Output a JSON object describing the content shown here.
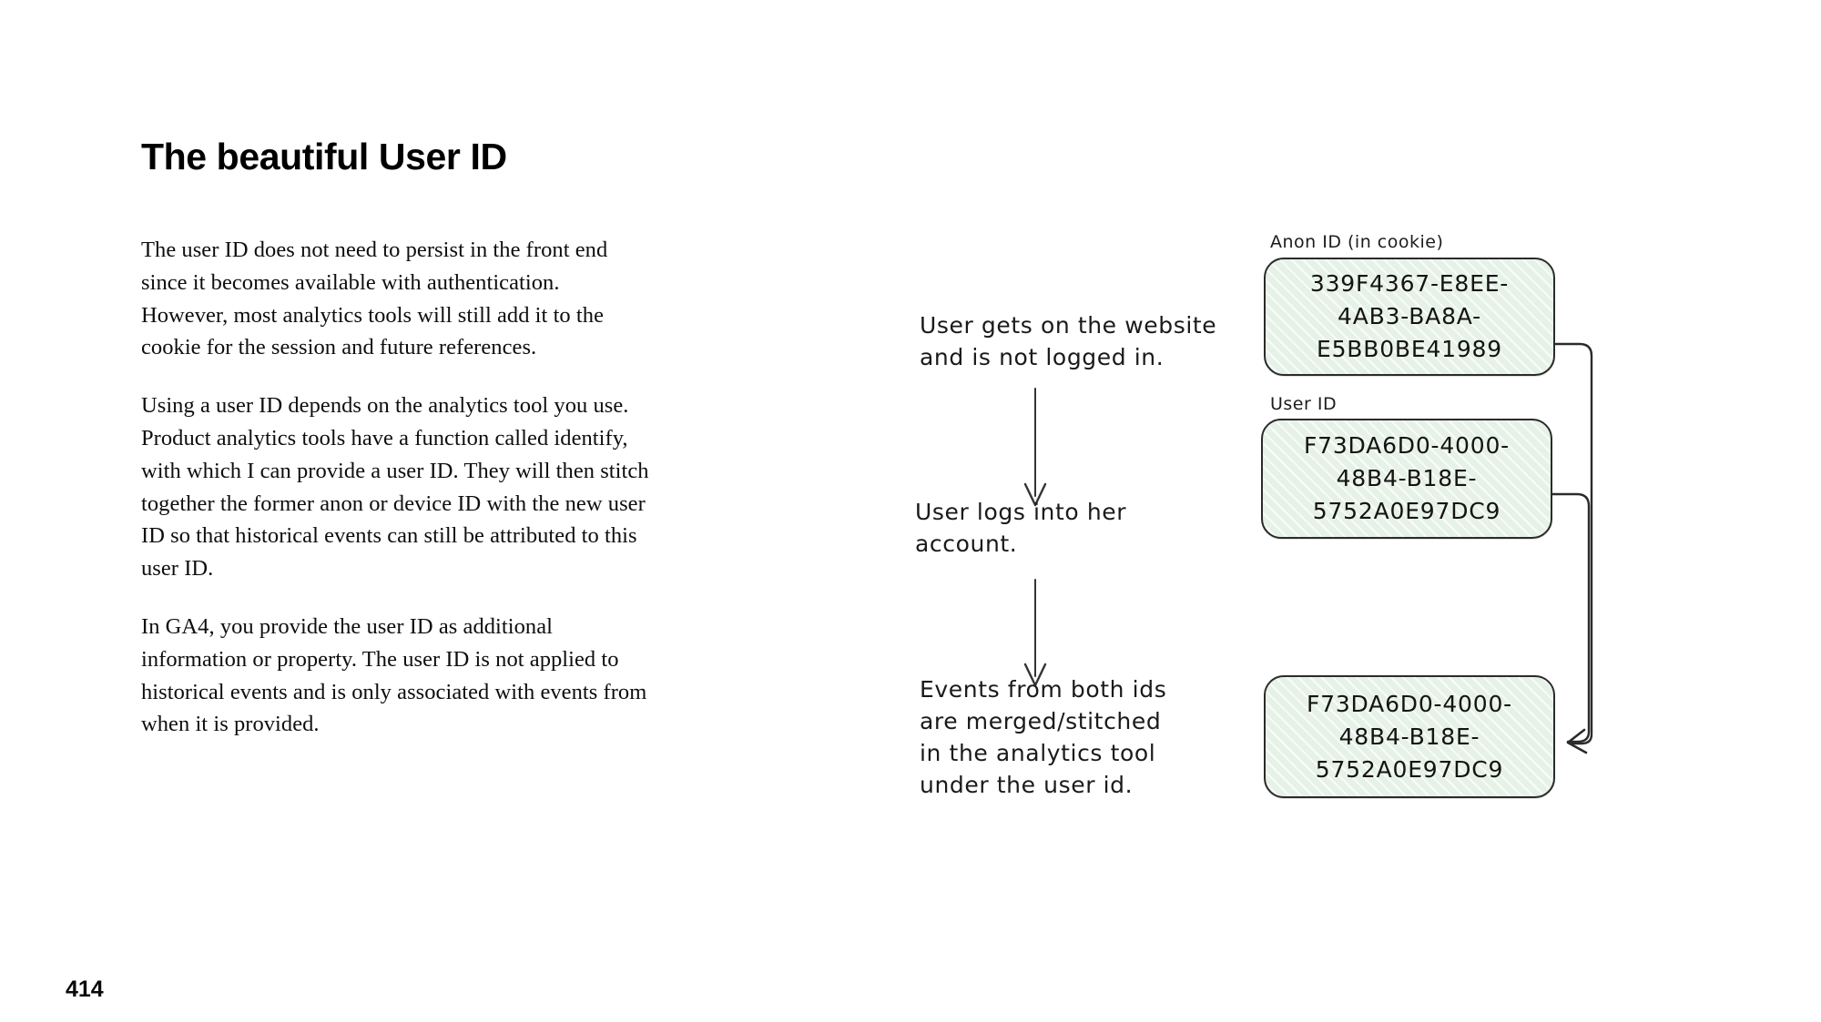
{
  "page": {
    "title": "The beautiful User ID",
    "number": "414",
    "background_color": "#ffffff"
  },
  "article": {
    "paragraphs": [
      "The user ID does not need to persist in the front end since it becomes available with authentication. However, most analytics tools will still add it to the cookie for the session and future references.",
      "Using a user ID depends on the analytics tool you use. Product analytics tools have a function called identify, with which I can provide a user ID. They will then stitch together the former anon or device ID with the new user ID so that historical events can still be attributed to this user ID.",
      "In GA4, you provide the user ID as additional information or property. The user ID is not applied to historical events and is only associated with events from when it is provided."
    ]
  },
  "diagram": {
    "style": "hand-drawn",
    "box_fill_color": "#e6f2e7",
    "box_stroke_color": "#2b2b2b",
    "steps": [
      "User gets on the website\nand is not logged in.",
      "User logs into her\naccount.",
      "Events from both ids\nare merged/stitched\nin the analytics tool\nunder the user id."
    ],
    "boxes": [
      {
        "label": "Anon ID (in cookie)",
        "value": "339F4367-E8EE-\n4AB3-BA8A-\nE5BB0BE41989"
      },
      {
        "label": "User ID",
        "value": "F73DA6D0-4000-\n48B4-B18E-\n5752A0E97DC9"
      },
      {
        "label": "",
        "value": "F73DA6D0-4000-\n48B4-B18E-\n5752A0E97DC9"
      }
    ],
    "connectors": {
      "step_arrows": 2,
      "merge_arrows": 2,
      "merge_direction": "left"
    }
  }
}
